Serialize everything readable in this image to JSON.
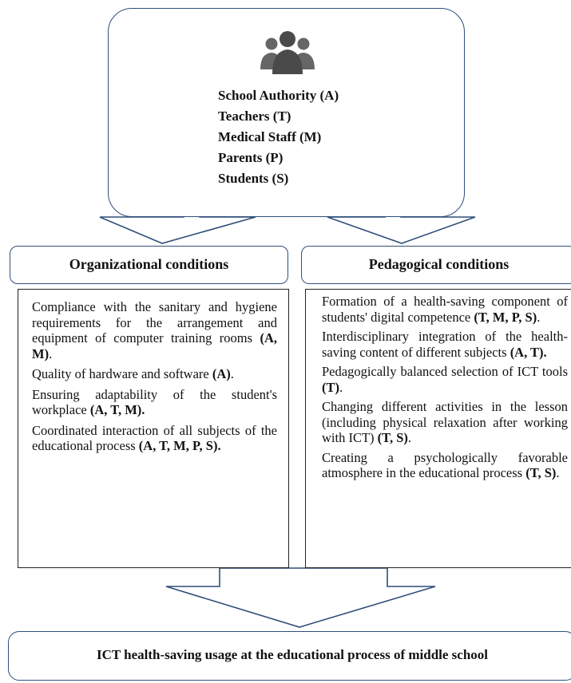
{
  "stakeholders": {
    "icon": "people-group-icon",
    "items": [
      "School Authority (A)",
      "Teachers (T)",
      "Medical Staff (M)",
      "Parents (P)",
      "Students (S)"
    ]
  },
  "organizational": {
    "title": "Organizational  conditions",
    "items": [
      {
        "text": "Compliance with the sanitary and hygiene requirements for the arrangement and equipment of computer training rooms ",
        "codes": "(A, M)",
        "tail": "."
      },
      {
        "text": "Quality of hardware and software ",
        "codes": "(A)",
        "tail": "."
      },
      {
        "text": "Ensuring adaptability of the student's workplace ",
        "codes": "(A, T, M).",
        "tail": ""
      },
      {
        "text": "Coordinated interaction of all subjects of the educational process ",
        "codes": "(A, T, M, P, S).",
        "tail": ""
      }
    ]
  },
  "pedagogical": {
    "title": "Pedagogical  conditions",
    "items": [
      {
        "text": "Formation of a health-saving component of students' digital competence ",
        "codes": "(T, M, P, S)",
        "tail": "."
      },
      {
        "text": "Interdisciplinary integration of the health-saving content of different subjects ",
        "codes": "(A, T).",
        "tail": ""
      },
      {
        "text": "Pedagogically balanced selection of ICT tools ",
        "codes": "(T)",
        "tail": "."
      },
      {
        "text": "Changing different activities in the lesson (including physical relaxation after working with ICT) ",
        "codes": "(T, S)",
        "tail": "."
      },
      {
        "text": "Creating a psychologically favorable atmosphere in the educational process ",
        "codes": "(T, S)",
        "tail": "."
      }
    ]
  },
  "result": {
    "title": "ICT health-saving usage at the educational process of middle school"
  },
  "colors": {
    "border": "#2f4f7a",
    "icon": "#555555"
  }
}
